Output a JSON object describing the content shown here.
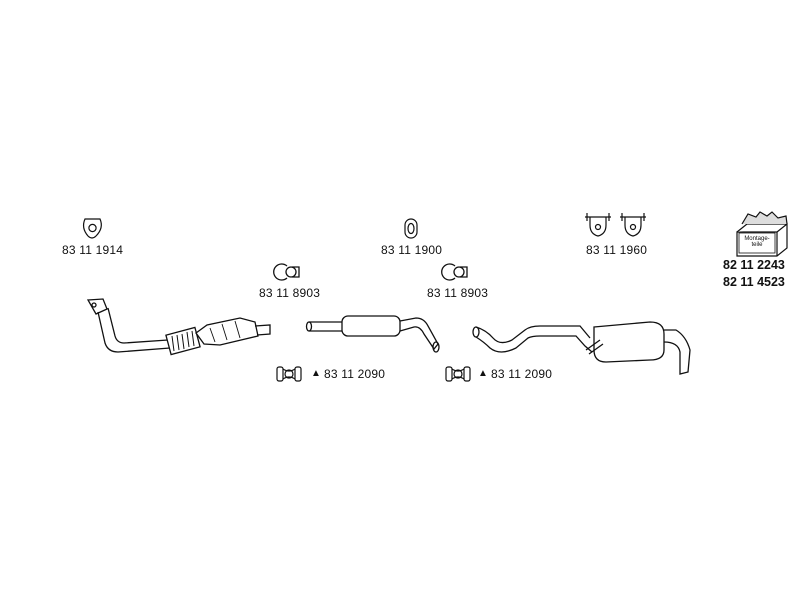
{
  "parts": {
    "gasket_front": "83 11 1914",
    "gasket_mid": "83 11 1900",
    "clamp_1": "83 11 8903",
    "clamp_2": "83 11 8903",
    "hangers": "83 11 1960",
    "mounting_kit_1": "82 11 2243",
    "mounting_kit_2": "82 11 4523",
    "sleeve_1": "83 11 2090",
    "sleeve_2": "83 11 2090"
  },
  "kit_box_label": [
    "Montage-",
    "teile"
  ],
  "triangle_symbol": "▲"
}
